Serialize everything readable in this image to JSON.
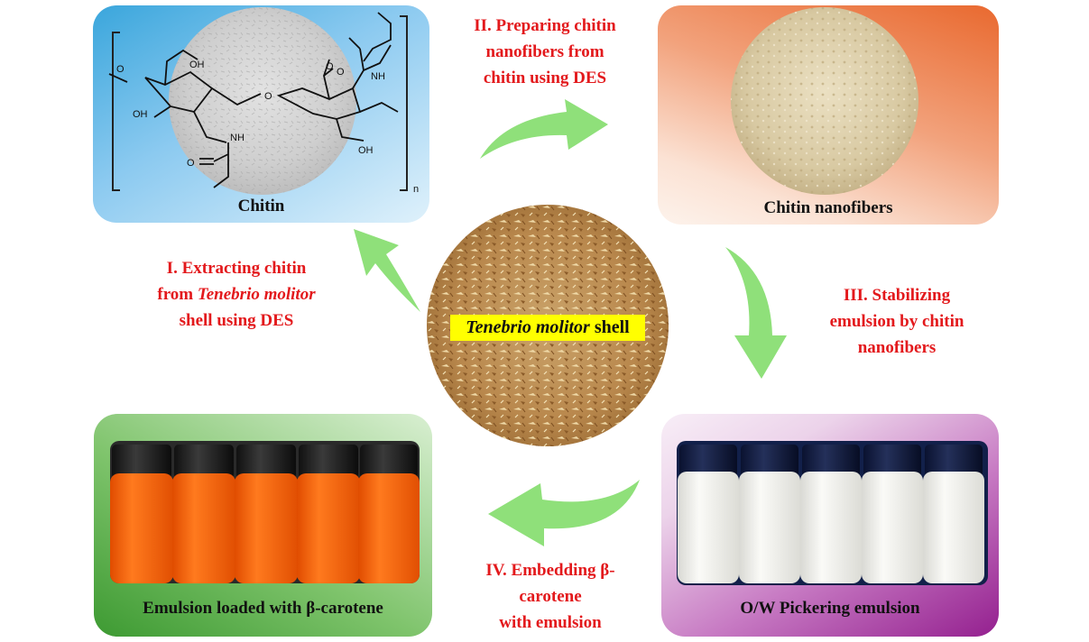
{
  "panels": {
    "chitin": {
      "label": "Chitin",
      "subscript": "n",
      "molecule": {
        "oh_top_left": "OH",
        "oh_left": "OH",
        "nh_left": "NH",
        "o_carbonyl_left": "O",
        "o_ring_left": "O",
        "o_link": "O",
        "o_ring_right": "O",
        "nh_right": "NH",
        "o_carbonyl_right": "O",
        "oh_bottom_right": "OH"
      }
    },
    "nanofibers": {
      "label": "Chitin nanofibers"
    },
    "pickering": {
      "label": "O/W Pickering emulsion"
    },
    "carotene": {
      "label": "Emulsion loaded with β-carotene"
    }
  },
  "center": {
    "label_italic": "Tenebrio molitor",
    "label_rest": " shell",
    "highlight_color": "#ffff00"
  },
  "steps": {
    "step1": {
      "line1": "I. Extracting chitin",
      "line2_prefix": "from ",
      "line2_italic": "Tenebrio molitor",
      "line3": "shell using DES"
    },
    "step2": {
      "line1": "II. Preparing chitin",
      "line2": "nanofibers from",
      "line3": "chitin using DES"
    },
    "step3": {
      "line1": "III. Stabilizing",
      "line2": "emulsion by chitin",
      "line3": "nanofibers"
    },
    "step4": {
      "line1": "IV. Embedding β-",
      "line2": "carotene",
      "line3": "with emulsion"
    }
  },
  "colors": {
    "step_text": "#e3191c",
    "arrow": "#8fe07a",
    "carotene_vial": "#f25c05",
    "pickering_vial": "#f2f2ee"
  }
}
